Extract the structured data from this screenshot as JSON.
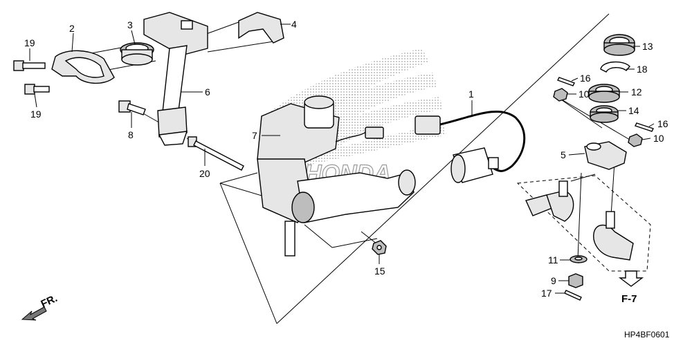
{
  "diagram": {
    "callouts": [
      {
        "id": "c1",
        "text": "1"
      },
      {
        "id": "c2",
        "text": "2"
      },
      {
        "id": "c3",
        "text": "3"
      },
      {
        "id": "c4",
        "text": "4"
      },
      {
        "id": "c5",
        "text": "5"
      },
      {
        "id": "c6",
        "text": "6"
      },
      {
        "id": "c7",
        "text": "7"
      },
      {
        "id": "c8",
        "text": "8"
      },
      {
        "id": "c9",
        "text": "9"
      },
      {
        "id": "c10a",
        "text": "10"
      },
      {
        "id": "c10b",
        "text": "10"
      },
      {
        "id": "c11",
        "text": "11"
      },
      {
        "id": "c12",
        "text": "12"
      },
      {
        "id": "c13",
        "text": "13"
      },
      {
        "id": "c14",
        "text": "14"
      },
      {
        "id": "c15",
        "text": "15"
      },
      {
        "id": "c16a",
        "text": "16"
      },
      {
        "id": "c16b",
        "text": "16"
      },
      {
        "id": "c17",
        "text": "17"
      },
      {
        "id": "c18",
        "text": "18"
      },
      {
        "id": "c19a",
        "text": "19"
      },
      {
        "id": "c19b",
        "text": "19"
      },
      {
        "id": "c20",
        "text": "20"
      }
    ],
    "front_indicator": "FR.",
    "reference": "F-7",
    "diagram_code": "HP4BF0601",
    "watermark_text": "HONDA",
    "watermark_color": "#9a9a9a"
  }
}
